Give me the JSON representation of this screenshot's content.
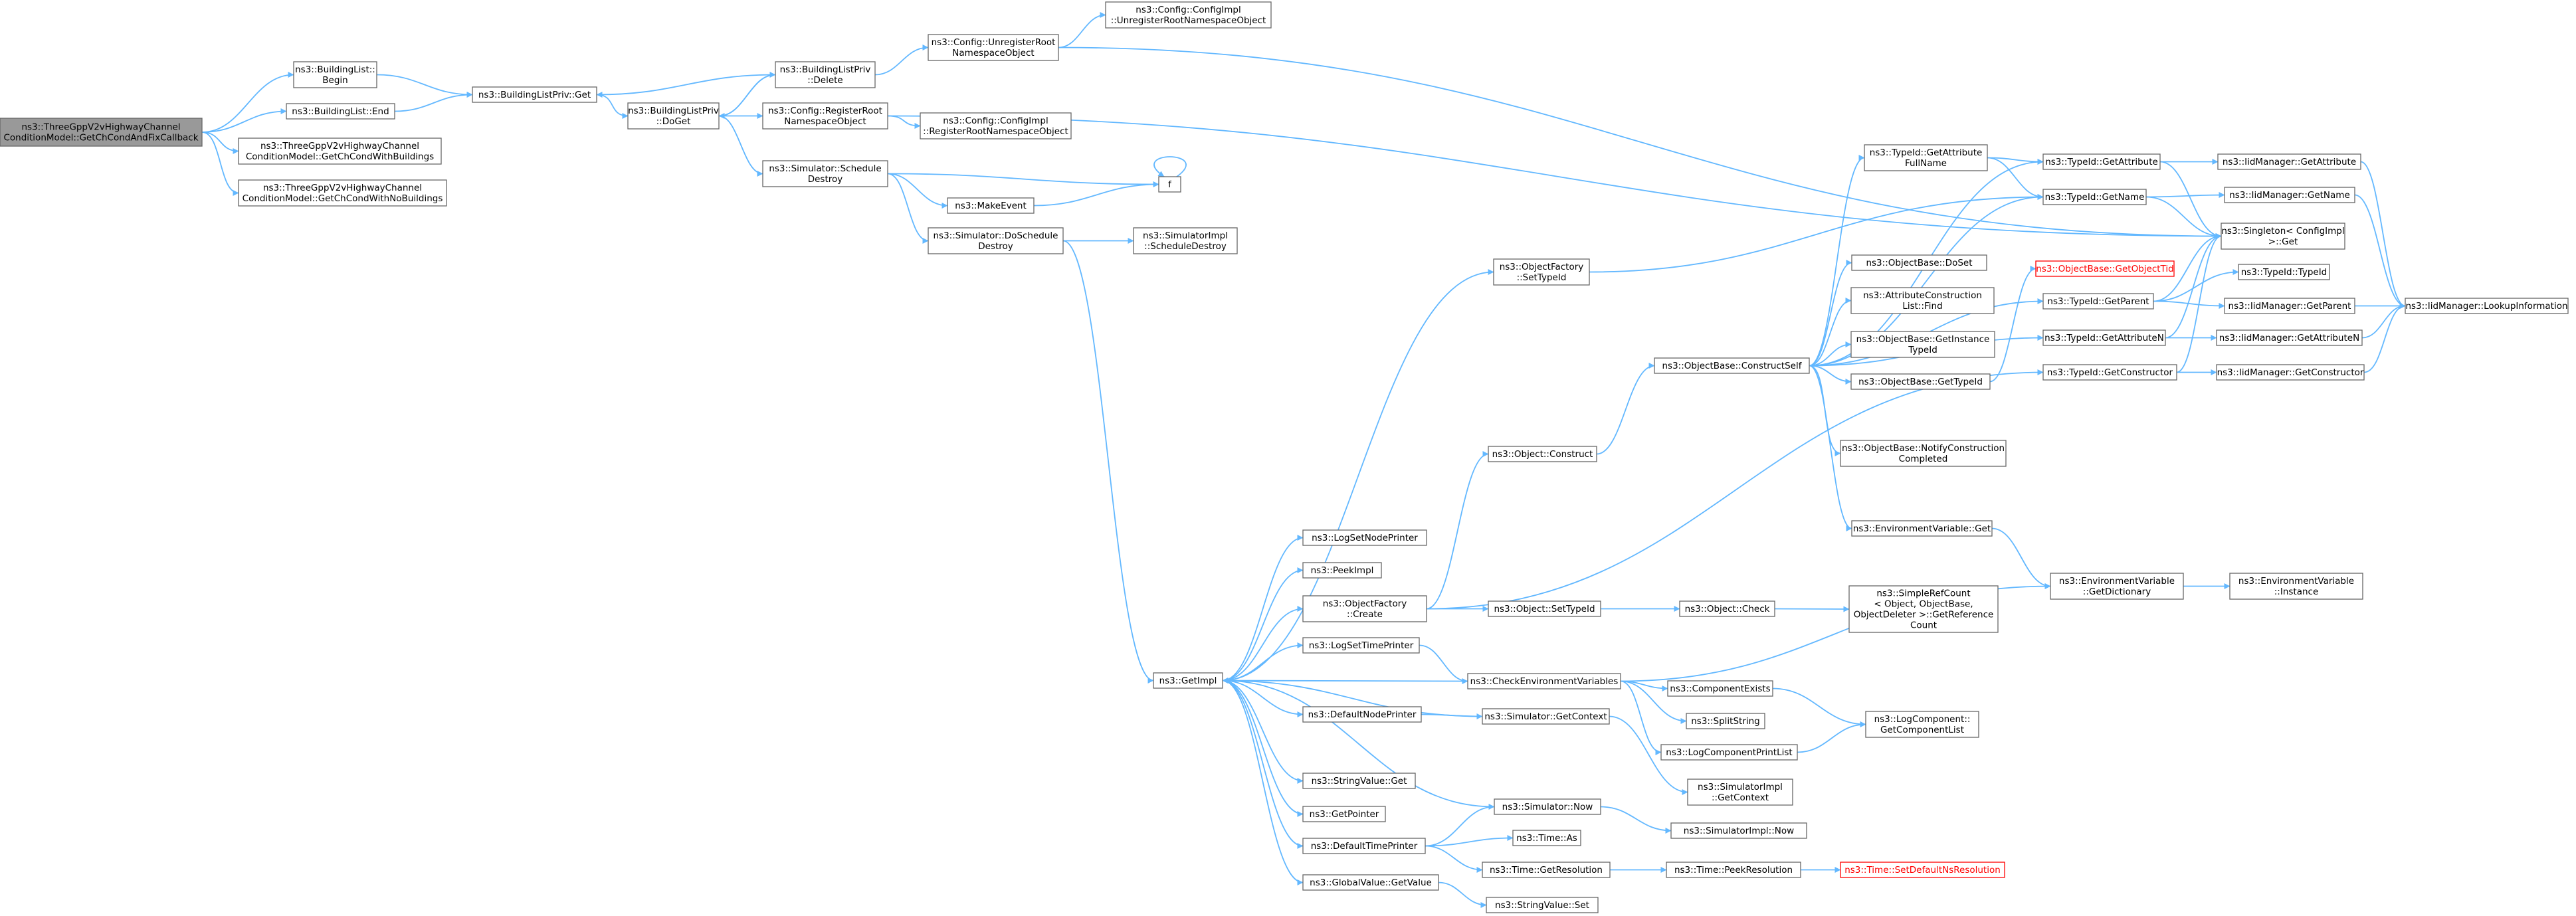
{
  "graph": {
    "colors": {
      "edge": "#63b8ff",
      "node_border": "#666666",
      "node_fill": "#ffffff",
      "root_fill": "#999999",
      "root_border": "#666666",
      "highlight_border": "#ff0000",
      "highlight_text": "#ff0000",
      "text": "#000000"
    },
    "nodes": [
      {
        "id": "root",
        "lines": [
          "ns3::ThreeGppV2vHighwayChannel",
          "ConditionModel::GetChCondAndFixCallback"
        ],
        "style": "root"
      },
      {
        "id": "blBegin",
        "lines": [
          "ns3::BuildingList::",
          "Begin"
        ]
      },
      {
        "id": "blEnd",
        "lines": [
          "ns3::BuildingList::End"
        ]
      },
      {
        "id": "withB",
        "lines": [
          "ns3::ThreeGppV2vHighwayChannel",
          "ConditionModel::GetChCondWithBuildings"
        ]
      },
      {
        "id": "noB",
        "lines": [
          "ns3::ThreeGppV2vHighwayChannel",
          "ConditionModel::GetChCondWithNoBuildings"
        ]
      },
      {
        "id": "blpGet",
        "lines": [
          "ns3::BuildingListPriv::Get"
        ]
      },
      {
        "id": "blpDoGet",
        "lines": [
          "ns3::BuildingListPriv",
          "::DoGet"
        ]
      },
      {
        "id": "blpDelete",
        "lines": [
          "ns3::BuildingListPriv",
          "::Delete"
        ]
      },
      {
        "id": "cfgReg",
        "lines": [
          "ns3::Config::RegisterRoot",
          "NamespaceObject"
        ]
      },
      {
        "id": "simSched",
        "lines": [
          "ns3::Simulator::Schedule",
          "Destroy"
        ]
      },
      {
        "id": "cfgUnreg",
        "lines": [
          "ns3::Config::UnregisterRoot",
          "NamespaceObject"
        ]
      },
      {
        "id": "cfgImplUnreg",
        "lines": [
          "ns3::Config::ConfigImpl",
          "::UnregisterRootNamespaceObject"
        ]
      },
      {
        "id": "cfgImplReg",
        "lines": [
          "ns3::Config::ConfigImpl",
          "::RegisterRootNamespaceObject"
        ]
      },
      {
        "id": "f",
        "lines": [
          "f"
        ]
      },
      {
        "id": "makeEvent",
        "lines": [
          "ns3::MakeEvent"
        ]
      },
      {
        "id": "simDoSched",
        "lines": [
          "ns3::Simulator::DoSchedule",
          "Destroy"
        ]
      },
      {
        "id": "simImplSched",
        "lines": [
          "ns3::SimulatorImpl",
          "::ScheduleDestroy"
        ]
      },
      {
        "id": "getImpl",
        "lines": [
          "ns3::GetImpl"
        ]
      },
      {
        "id": "logSetNode",
        "lines": [
          "ns3::LogSetNodePrinter"
        ]
      },
      {
        "id": "peekImpl",
        "lines": [
          "ns3::PeekImpl"
        ]
      },
      {
        "id": "ofCreate",
        "lines": [
          "ns3::ObjectFactory",
          "::Create"
        ]
      },
      {
        "id": "logSetTime",
        "lines": [
          "ns3::LogSetTimePrinter"
        ]
      },
      {
        "id": "defNode",
        "lines": [
          "ns3::DefaultNodePrinter"
        ]
      },
      {
        "id": "svGet",
        "lines": [
          "ns3::StringValue::Get"
        ]
      },
      {
        "id": "getPointer",
        "lines": [
          "ns3::GetPointer"
        ]
      },
      {
        "id": "defTime",
        "lines": [
          "ns3::DefaultTimePrinter"
        ]
      },
      {
        "id": "gvGetValue",
        "lines": [
          "ns3::GlobalValue::GetValue"
        ]
      },
      {
        "id": "ofSetTypeId",
        "lines": [
          "ns3::ObjectFactory",
          "::SetTypeId"
        ]
      },
      {
        "id": "objConstruct",
        "lines": [
          "ns3::Object::Construct"
        ]
      },
      {
        "id": "objSetTypeId",
        "lines": [
          "ns3::Object::SetTypeId"
        ]
      },
      {
        "id": "checkEnv",
        "lines": [
          "ns3::CheckEnvironmentVariables"
        ]
      },
      {
        "id": "simGetCtx",
        "lines": [
          "ns3::Simulator::GetContext"
        ]
      },
      {
        "id": "simNow",
        "lines": [
          "ns3::Simulator::Now"
        ]
      },
      {
        "id": "timeAs",
        "lines": [
          "ns3::Time::As"
        ]
      },
      {
        "id": "timeGetRes",
        "lines": [
          "ns3::Time::GetResolution"
        ]
      },
      {
        "id": "svSet",
        "lines": [
          "ns3::StringValue::Set"
        ]
      },
      {
        "id": "obConstructSelf",
        "lines": [
          "ns3::ObjectBase::ConstructSelf"
        ]
      },
      {
        "id": "objCheck",
        "lines": [
          "ns3::Object::Check"
        ]
      },
      {
        "id": "compExists",
        "lines": [
          "ns3::ComponentExists"
        ]
      },
      {
        "id": "splitString",
        "lines": [
          "ns3::SplitString"
        ]
      },
      {
        "id": "logCompPrint",
        "lines": [
          "ns3::LogComponentPrintList"
        ]
      },
      {
        "id": "simImplGetCtx",
        "lines": [
          "ns3::SimulatorImpl",
          "::GetContext"
        ]
      },
      {
        "id": "simImplNow",
        "lines": [
          "ns3::SimulatorImpl::Now"
        ]
      },
      {
        "id": "timePeekRes",
        "lines": [
          "ns3::Time::PeekResolution"
        ]
      },
      {
        "id": "timeSetDefRes",
        "lines": [
          "ns3::Time::SetDefaultNsResolution"
        ],
        "style": "highlight"
      },
      {
        "id": "tidGetAttrFull",
        "lines": [
          "ns3::TypeId::GetAttribute",
          "FullName"
        ]
      },
      {
        "id": "obDoSet",
        "lines": [
          "ns3::ObjectBase::DoSet"
        ]
      },
      {
        "id": "acListFind",
        "lines": [
          "ns3::AttributeConstruction",
          "List::Find"
        ]
      },
      {
        "id": "obGetInstTid",
        "lines": [
          "ns3::ObjectBase::GetInstance",
          "TypeId"
        ]
      },
      {
        "id": "obGetTypeId",
        "lines": [
          "ns3::ObjectBase::GetTypeId"
        ]
      },
      {
        "id": "obNotify",
        "lines": [
          "ns3::ObjectBase::NotifyConstruction",
          "Completed"
        ]
      },
      {
        "id": "envGet",
        "lines": [
          "ns3::EnvironmentVariable::Get"
        ]
      },
      {
        "id": "simpleRef",
        "lines": [
          "ns3::SimpleRefCount",
          "< Object, ObjectBase,",
          "ObjectDeleter >::GetReference",
          "Count"
        ]
      },
      {
        "id": "logCompGetList",
        "lines": [
          "ns3::LogComponent::",
          "GetComponentList"
        ]
      },
      {
        "id": "tidGetAttr",
        "lines": [
          "ns3::TypeId::GetAttribute"
        ]
      },
      {
        "id": "tidGetName",
        "lines": [
          "ns3::TypeId::GetName"
        ]
      },
      {
        "id": "obGetObjectTid",
        "lines": [
          "ns3::ObjectBase::GetObjectTid"
        ],
        "style": "highlight"
      },
      {
        "id": "tidGetParent",
        "lines": [
          "ns3::TypeId::GetParent"
        ]
      },
      {
        "id": "tidGetAttrN",
        "lines": [
          "ns3::TypeId::GetAttributeN"
        ]
      },
      {
        "id": "tidGetCtor",
        "lines": [
          "ns3::TypeId::GetConstructor"
        ]
      },
      {
        "id": "envGetDict",
        "lines": [
          "ns3::EnvironmentVariable",
          "::GetDictionary"
        ]
      },
      {
        "id": "iidGetAttr",
        "lines": [
          "ns3::IidManager::GetAttribute"
        ]
      },
      {
        "id": "iidGetName",
        "lines": [
          "ns3::IidManager::GetName"
        ]
      },
      {
        "id": "singletonGet",
        "lines": [
          "ns3::Singleton< ConfigImpl",
          " >::Get"
        ]
      },
      {
        "id": "tidTypeId",
        "lines": [
          "ns3::TypeId::TypeId"
        ]
      },
      {
        "id": "iidGetParent",
        "lines": [
          "ns3::IidManager::GetParent"
        ]
      },
      {
        "id": "iidGetAttrN",
        "lines": [
          "ns3::IidManager::GetAttributeN"
        ]
      },
      {
        "id": "iidGetCtor",
        "lines": [
          "ns3::IidManager::GetConstructor"
        ]
      },
      {
        "id": "envInstance",
        "lines": [
          "ns3::EnvironmentVariable",
          "::Instance"
        ]
      },
      {
        "id": "iidLookup",
        "lines": [
          "ns3::IidManager::LookupInformation"
        ]
      }
    ],
    "edges": [
      [
        "root",
        "blBegin"
      ],
      [
        "root",
        "blEnd"
      ],
      [
        "root",
        "withB"
      ],
      [
        "root",
        "noB"
      ],
      [
        "blBegin",
        "blpGet"
      ],
      [
        "blEnd",
        "blpGet"
      ],
      [
        "blpGet",
        "blpDoGet"
      ],
      [
        "blpDoGet",
        "blpDelete"
      ],
      [
        "blpDoGet",
        "cfgReg"
      ],
      [
        "blpDoGet",
        "simSched"
      ],
      [
        "blpDelete",
        "blpGet"
      ],
      [
        "blpDelete",
        "blpDoGet"
      ],
      [
        "blpDelete",
        "cfgUnreg"
      ],
      [
        "cfgUnreg",
        "cfgImplUnreg"
      ],
      [
        "cfgUnreg",
        "singletonGet"
      ],
      [
        "cfgReg",
        "cfgImplReg"
      ],
      [
        "cfgReg",
        "singletonGet"
      ],
      [
        "simSched",
        "f"
      ],
      [
        "simSched",
        "makeEvent"
      ],
      [
        "simSched",
        "simDoSched"
      ],
      [
        "makeEvent",
        "f"
      ],
      [
        "f",
        "f"
      ],
      [
        "simDoSched",
        "simImplSched"
      ],
      [
        "simDoSched",
        "getImpl"
      ],
      [
        "getImpl",
        "ofSetTypeId"
      ],
      [
        "getImpl",
        "logSetNode"
      ],
      [
        "getImpl",
        "peekImpl"
      ],
      [
        "getImpl",
        "ofCreate"
      ],
      [
        "getImpl",
        "logSetTime"
      ],
      [
        "getImpl",
        "defNode"
      ],
      [
        "getImpl",
        "svGet"
      ],
      [
        "getImpl",
        "getPointer"
      ],
      [
        "getImpl",
        "defTime"
      ],
      [
        "getImpl",
        "gvGetValue"
      ],
      [
        "ofCreate",
        "objConstruct"
      ],
      [
        "ofCreate",
        "objSetTypeId"
      ],
      [
        "ofCreate",
        "tidGetCtor"
      ],
      [
        "logSetTime",
        "checkEnv"
      ],
      [
        "defNode",
        "simGetCtx"
      ],
      [
        "defTime",
        "simNow"
      ],
      [
        "defTime",
        "timeAs"
      ],
      [
        "defTime",
        "timeGetRes"
      ],
      [
        "gvGetValue",
        "svSet"
      ],
      [
        "ofSetTypeId",
        "tidGetName"
      ],
      [
        "objConstruct",
        "obConstructSelf"
      ],
      [
        "objSetTypeId",
        "objCheck"
      ],
      [
        "checkEnv",
        "getImpl"
      ],
      [
        "checkEnv",
        "compExists"
      ],
      [
        "checkEnv",
        "splitString"
      ],
      [
        "checkEnv",
        "logCompPrint"
      ],
      [
        "checkEnv",
        "envGetDict"
      ],
      [
        "simGetCtx",
        "getImpl"
      ],
      [
        "simGetCtx",
        "simImplGetCtx"
      ],
      [
        "simNow",
        "getImpl"
      ],
      [
        "simNow",
        "simImplNow"
      ],
      [
        "timeGetRes",
        "timePeekRes"
      ],
      [
        "timePeekRes",
        "timeSetDefRes"
      ],
      [
        "objCheck",
        "simpleRef"
      ],
      [
        "compExists",
        "logCompGetList"
      ],
      [
        "logCompPrint",
        "logCompGetList"
      ],
      [
        "obConstructSelf",
        "tidGetAttrFull"
      ],
      [
        "obConstructSelf",
        "tidGetAttr"
      ],
      [
        "obConstructSelf",
        "tidGetName"
      ],
      [
        "obConstructSelf",
        "obDoSet"
      ],
      [
        "obConstructSelf",
        "acListFind"
      ],
      [
        "obConstructSelf",
        "obGetInstTid"
      ],
      [
        "obConstructSelf",
        "obGetTypeId"
      ],
      [
        "obConstructSelf",
        "obNotify"
      ],
      [
        "obConstructSelf",
        "envGet"
      ],
      [
        "obConstructSelf",
        "tidGetParent"
      ],
      [
        "obConstructSelf",
        "tidGetAttrN"
      ],
      [
        "obGetTypeId",
        "obGetObjectTid"
      ],
      [
        "envGet",
        "envGetDict"
      ],
      [
        "tidGetAttrFull",
        "tidGetAttr"
      ],
      [
        "tidGetAttrFull",
        "tidGetName"
      ],
      [
        "tidGetAttr",
        "iidGetAttr"
      ],
      [
        "tidGetAttr",
        "singletonGet"
      ],
      [
        "tidGetName",
        "iidGetName"
      ],
      [
        "tidGetName",
        "singletonGet"
      ],
      [
        "tidGetParent",
        "tidTypeId"
      ],
      [
        "tidGetParent",
        "iidGetParent"
      ],
      [
        "tidGetParent",
        "singletonGet"
      ],
      [
        "tidGetAttrN",
        "iidGetAttrN"
      ],
      [
        "tidGetAttrN",
        "singletonGet"
      ],
      [
        "tidGetCtor",
        "iidGetCtor"
      ],
      [
        "tidGetCtor",
        "singletonGet"
      ],
      [
        "envGetDict",
        "envInstance"
      ],
      [
        "iidGetAttr",
        "iidLookup"
      ],
      [
        "iidGetName",
        "iidLookup"
      ],
      [
        "iidGetParent",
        "iidLookup"
      ],
      [
        "iidGetAttrN",
        "iidLookup"
      ],
      [
        "iidGetCtor",
        "iidLookup"
      ]
    ]
  }
}
